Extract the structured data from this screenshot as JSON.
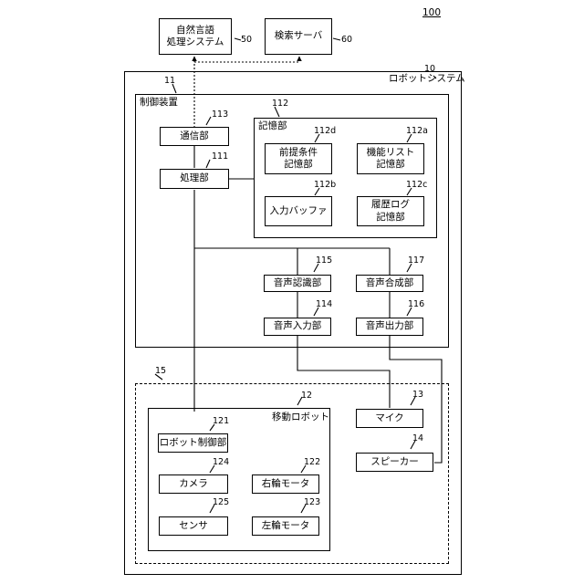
{
  "figure_number": "100",
  "external": {
    "nlp": {
      "line1": "自然言語",
      "line2": "処理システム",
      "ref": "50"
    },
    "search": {
      "label": "検索サーバ",
      "ref": "60"
    }
  },
  "robot_system": {
    "label": "ロボットシステム",
    "ref": "10"
  },
  "controller": {
    "label": "制御装置",
    "ref": "11",
    "comm": {
      "label": "通信部",
      "ref": "113"
    },
    "proc": {
      "label": "処理部",
      "ref": "111"
    },
    "storage": {
      "label": "記憶部",
      "ref": "112",
      "premise": {
        "line1": "前提条件",
        "line2": "記憶部",
        "ref": "112d"
      },
      "funclist": {
        "line1": "機能リスト",
        "line2": "記憶部",
        "ref": "112a"
      },
      "inputbuf": {
        "label": "入力バッファ",
        "ref": "112b"
      },
      "history": {
        "line1": "履歴ログ",
        "line2": "記憶部",
        "ref": "112c"
      }
    },
    "speech_rec": {
      "label": "音声認識部",
      "ref": "115"
    },
    "speech_syn": {
      "label": "音声合成部",
      "ref": "117"
    },
    "voice_in": {
      "label": "音声入力部",
      "ref": "114"
    },
    "voice_out": {
      "label": "音声出力部",
      "ref": "116"
    }
  },
  "robot_area": {
    "ref": "15"
  },
  "mobile_robot": {
    "label": "移動ロボット",
    "ref": "12",
    "robot_ctrl": {
      "label": "ロボット制御部",
      "ref": "121"
    },
    "camera": {
      "label": "カメラ",
      "ref": "124"
    },
    "right_motor": {
      "label": "右輪モータ",
      "ref": "122"
    },
    "sensor": {
      "label": "センサ",
      "ref": "125"
    },
    "left_motor": {
      "label": "左輪モータ",
      "ref": "123"
    }
  },
  "mic": {
    "label": "マイク",
    "ref": "13"
  },
  "speaker": {
    "label": "スピーカー",
    "ref": "14"
  }
}
